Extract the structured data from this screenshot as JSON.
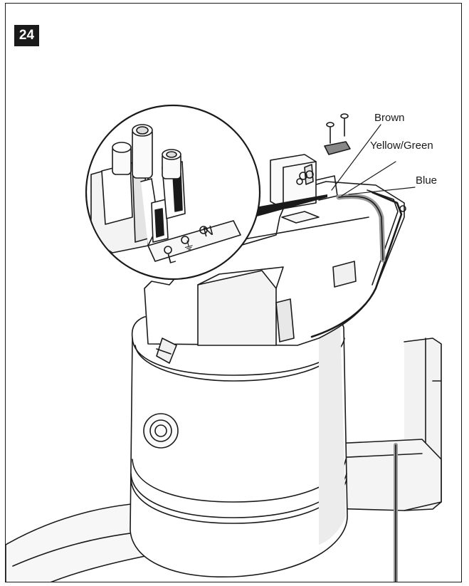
{
  "figure": {
    "number": "24"
  },
  "labels": {
    "brown": "Brown",
    "yellow_green": "Yellow/Green",
    "blue": "Blue"
  },
  "terminal": {
    "n": "N",
    "l": "L",
    "earth_symbol": "⏚"
  },
  "colors": {
    "outline": "#1a1a1a",
    "badge_bg": "#1a1a1a",
    "shade": "#e6e6e6",
    "cable": "#9a9a9a"
  }
}
